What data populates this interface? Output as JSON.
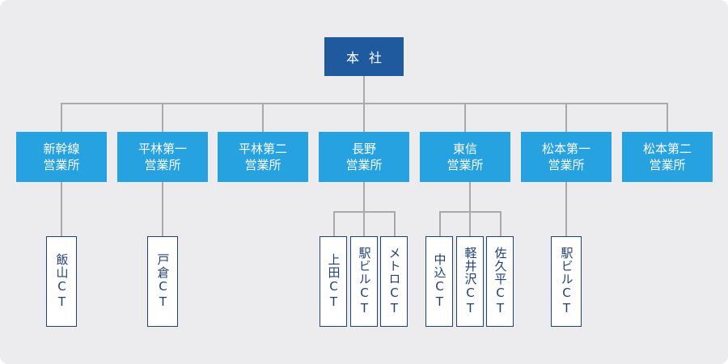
{
  "head_office": "本社",
  "offices": [
    {
      "id": "shinkansen",
      "label": "新幹線\n営業所"
    },
    {
      "id": "hirabayashi-1",
      "label": "平林第一\n営業所"
    },
    {
      "id": "hirabayashi-2",
      "label": "平林第二\n営業所"
    },
    {
      "id": "nagano",
      "label": "長野\n営業所"
    },
    {
      "id": "toshin",
      "label": "東信\n営業所"
    },
    {
      "id": "matsumoto-1",
      "label": "松本第一\n営業所"
    },
    {
      "id": "matsumoto-2",
      "label": "松本第二\n営業所"
    }
  ],
  "cts": {
    "shinkansen": [
      "飯山CT"
    ],
    "hirabayashi-1": [
      "戸倉CT"
    ],
    "nagano": [
      "上田CT",
      "駅ビルCT",
      "メトロCT"
    ],
    "toshin": [
      "中込CT",
      "軽井沢CT",
      "佐久平CT"
    ],
    "matsumoto-1": [
      "駅ビルCT"
    ]
  },
  "colors": {
    "background": "#ececee",
    "head_office": "#1f5a9f",
    "office": "#27a2e0",
    "ct_border": "#203f73",
    "connector": "#a9a9ad"
  }
}
